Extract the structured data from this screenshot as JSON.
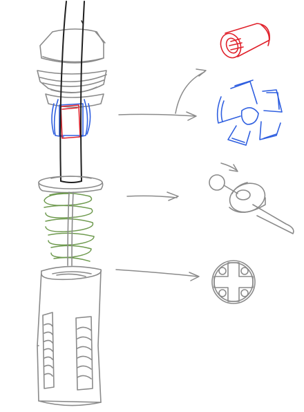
{
  "colors": {
    "pencil": "#8a8a8a",
    "dark_pencil": "#1e1e1e",
    "red_part": "#e0202a",
    "blue_part": "#2f5fe0",
    "spring": "#6e9a4e",
    "background": "#ffffff"
  },
  "parts": [
    {
      "name": "rod",
      "color": "dark_pencil"
    },
    {
      "name": "collet-nut",
      "color": "pencil"
    },
    {
      "name": "red-sleeve",
      "color": "red_part"
    },
    {
      "name": "blue-collet-fingers",
      "color": "blue_part"
    },
    {
      "name": "stop-disc-with-pin",
      "color": "pencil"
    },
    {
      "name": "compression-spring",
      "color": "spring"
    },
    {
      "name": "slotted-housing",
      "color": "pencil"
    },
    {
      "name": "cross-key-end-view",
      "color": "pencil"
    }
  ]
}
